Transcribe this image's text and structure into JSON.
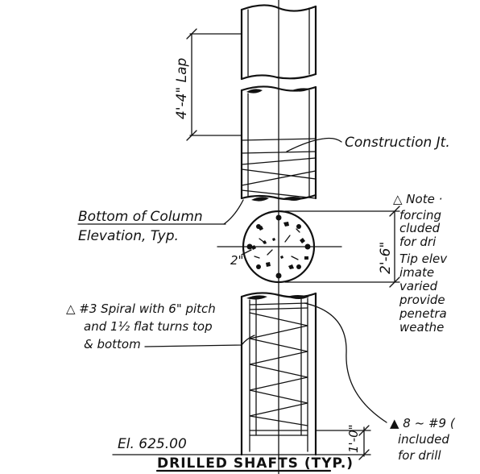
{
  "title": "DRILLED SHAFTS (TYP.)",
  "labels": {
    "lap": "4'-4\" Lap",
    "construction_joint": "Construction Jt.",
    "bottom_of_column_1": "Bottom of Column",
    "bottom_of_column_2": "Elevation, Typ.",
    "diameter": "2'-6\"",
    "cover": "2\"",
    "spiral_1": "△ #3 Spiral with 6\" pitch",
    "spiral_2": "and 1½ flat turns top",
    "spiral_3": "& bottom",
    "elevation": "El. 625.00",
    "bottom_dim": "1'-0\"",
    "bars_1": "▲ 8 ~ #9 (",
    "bars_2": "included",
    "bars_3": "for drill"
  },
  "note": {
    "lines": [
      "△ Note ·",
      "forcing",
      "cluded",
      "for dri",
      "Tip elev",
      "imate",
      "varied",
      "provide",
      "penetra",
      "weathe"
    ]
  }
}
